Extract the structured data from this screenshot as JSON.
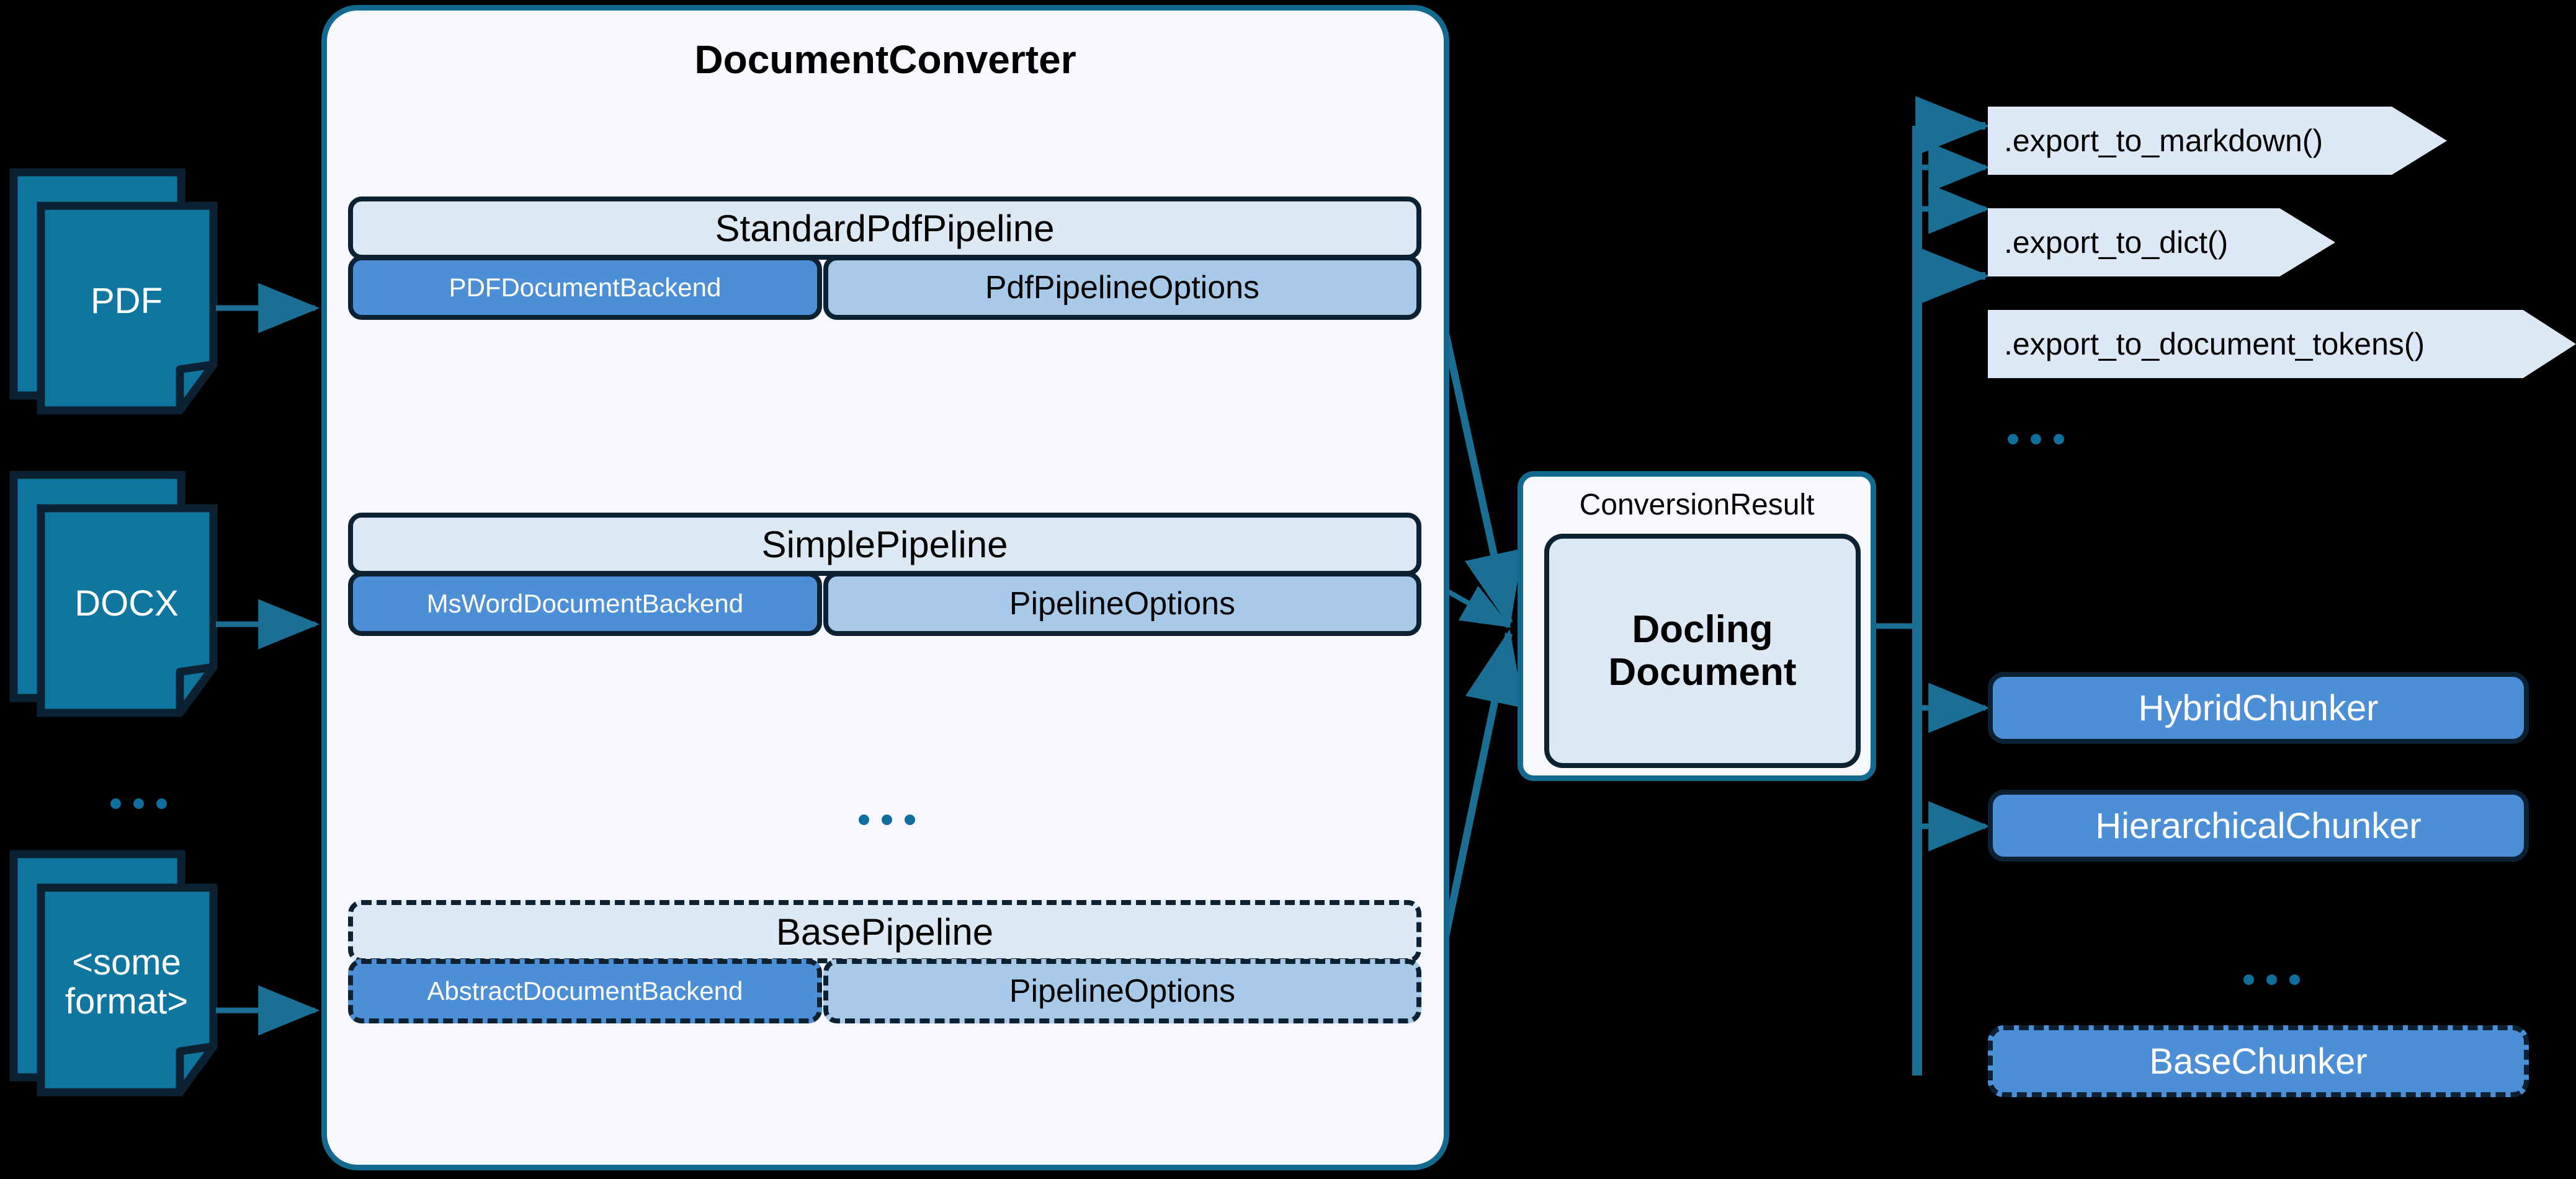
{
  "diagram": {
    "title": "DocumentConverter",
    "ellipsis_glyph": "..."
  },
  "inputs": [
    {
      "label": "PDF",
      "icon": "document-stack-icon"
    },
    {
      "label": "DOCX",
      "icon": "document-stack-icon"
    },
    {
      "label": "<some\nformat>",
      "icon": "document-stack-icon"
    }
  ],
  "inputs_more": "...",
  "pipelines": [
    {
      "name": "StandardPdfPipeline",
      "backend": "PDFDocumentBackend",
      "options": "PdfPipelineOptions",
      "abstract": false
    },
    {
      "name": "SimplePipeline",
      "backend": "MsWordDocumentBackend",
      "options": "PipelineOptions",
      "abstract": false
    },
    {
      "name": "BasePipeline",
      "backend": "AbstractDocumentBackend",
      "options": "PipelineOptions",
      "abstract": true
    }
  ],
  "pipelines_more": "...",
  "result": {
    "title": "ConversionResult",
    "document": "Docling\nDocument"
  },
  "exports": [
    {
      "label": ".export_to_markdown()"
    },
    {
      "label": ".export_to_dict()"
    },
    {
      "label": ".export_to_document_tokens()"
    }
  ],
  "exports_more": "...",
  "chunkers": [
    {
      "label": "HybridChunker",
      "abstract": false
    },
    {
      "label": "HierarchicalChunker",
      "abstract": false
    },
    {
      "label": "BaseChunker",
      "abstract": true
    }
  ],
  "chunkers_more": "...",
  "colors": {
    "background": "#000000",
    "container_fill": "#f6f8fd",
    "container_stroke": "#14698f",
    "pipeline_head_fill": "#dce8f4",
    "backend_fill": "#4d8fd6",
    "options_fill": "#a8c9e8",
    "box_stroke": "#0c2233",
    "doc_icon_fill": "#0f76a0",
    "export_fill": "#dde8f7",
    "connector": "#1b6f94",
    "ellipsis_dot": "#0f6e9b"
  }
}
